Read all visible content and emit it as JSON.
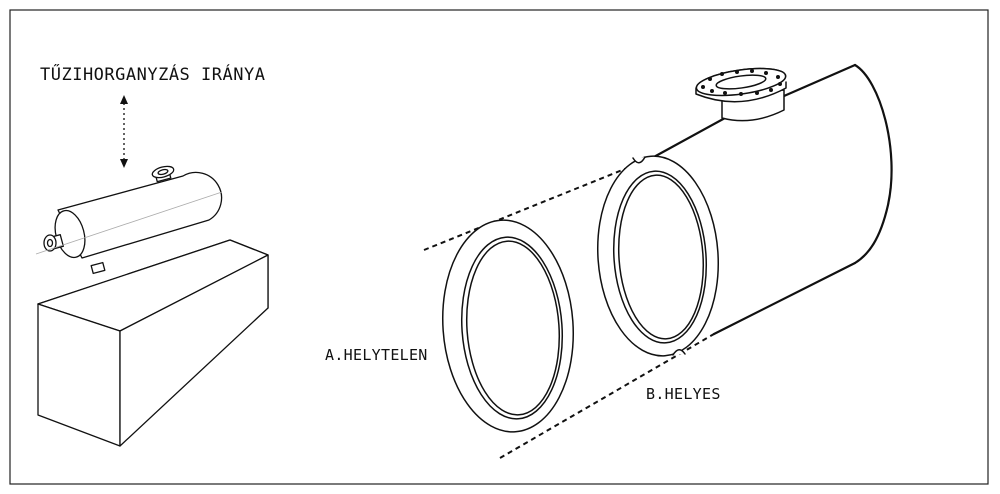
{
  "labels": {
    "direction": "TŰZIHORGANYZÁS IRÁNYA",
    "incorrect": "A.HELYTELEN",
    "correct": "B.HELYES"
  },
  "colors": {
    "ink": "#111111",
    "background": "#ffffff",
    "centerline": "#aaaaaa"
  }
}
